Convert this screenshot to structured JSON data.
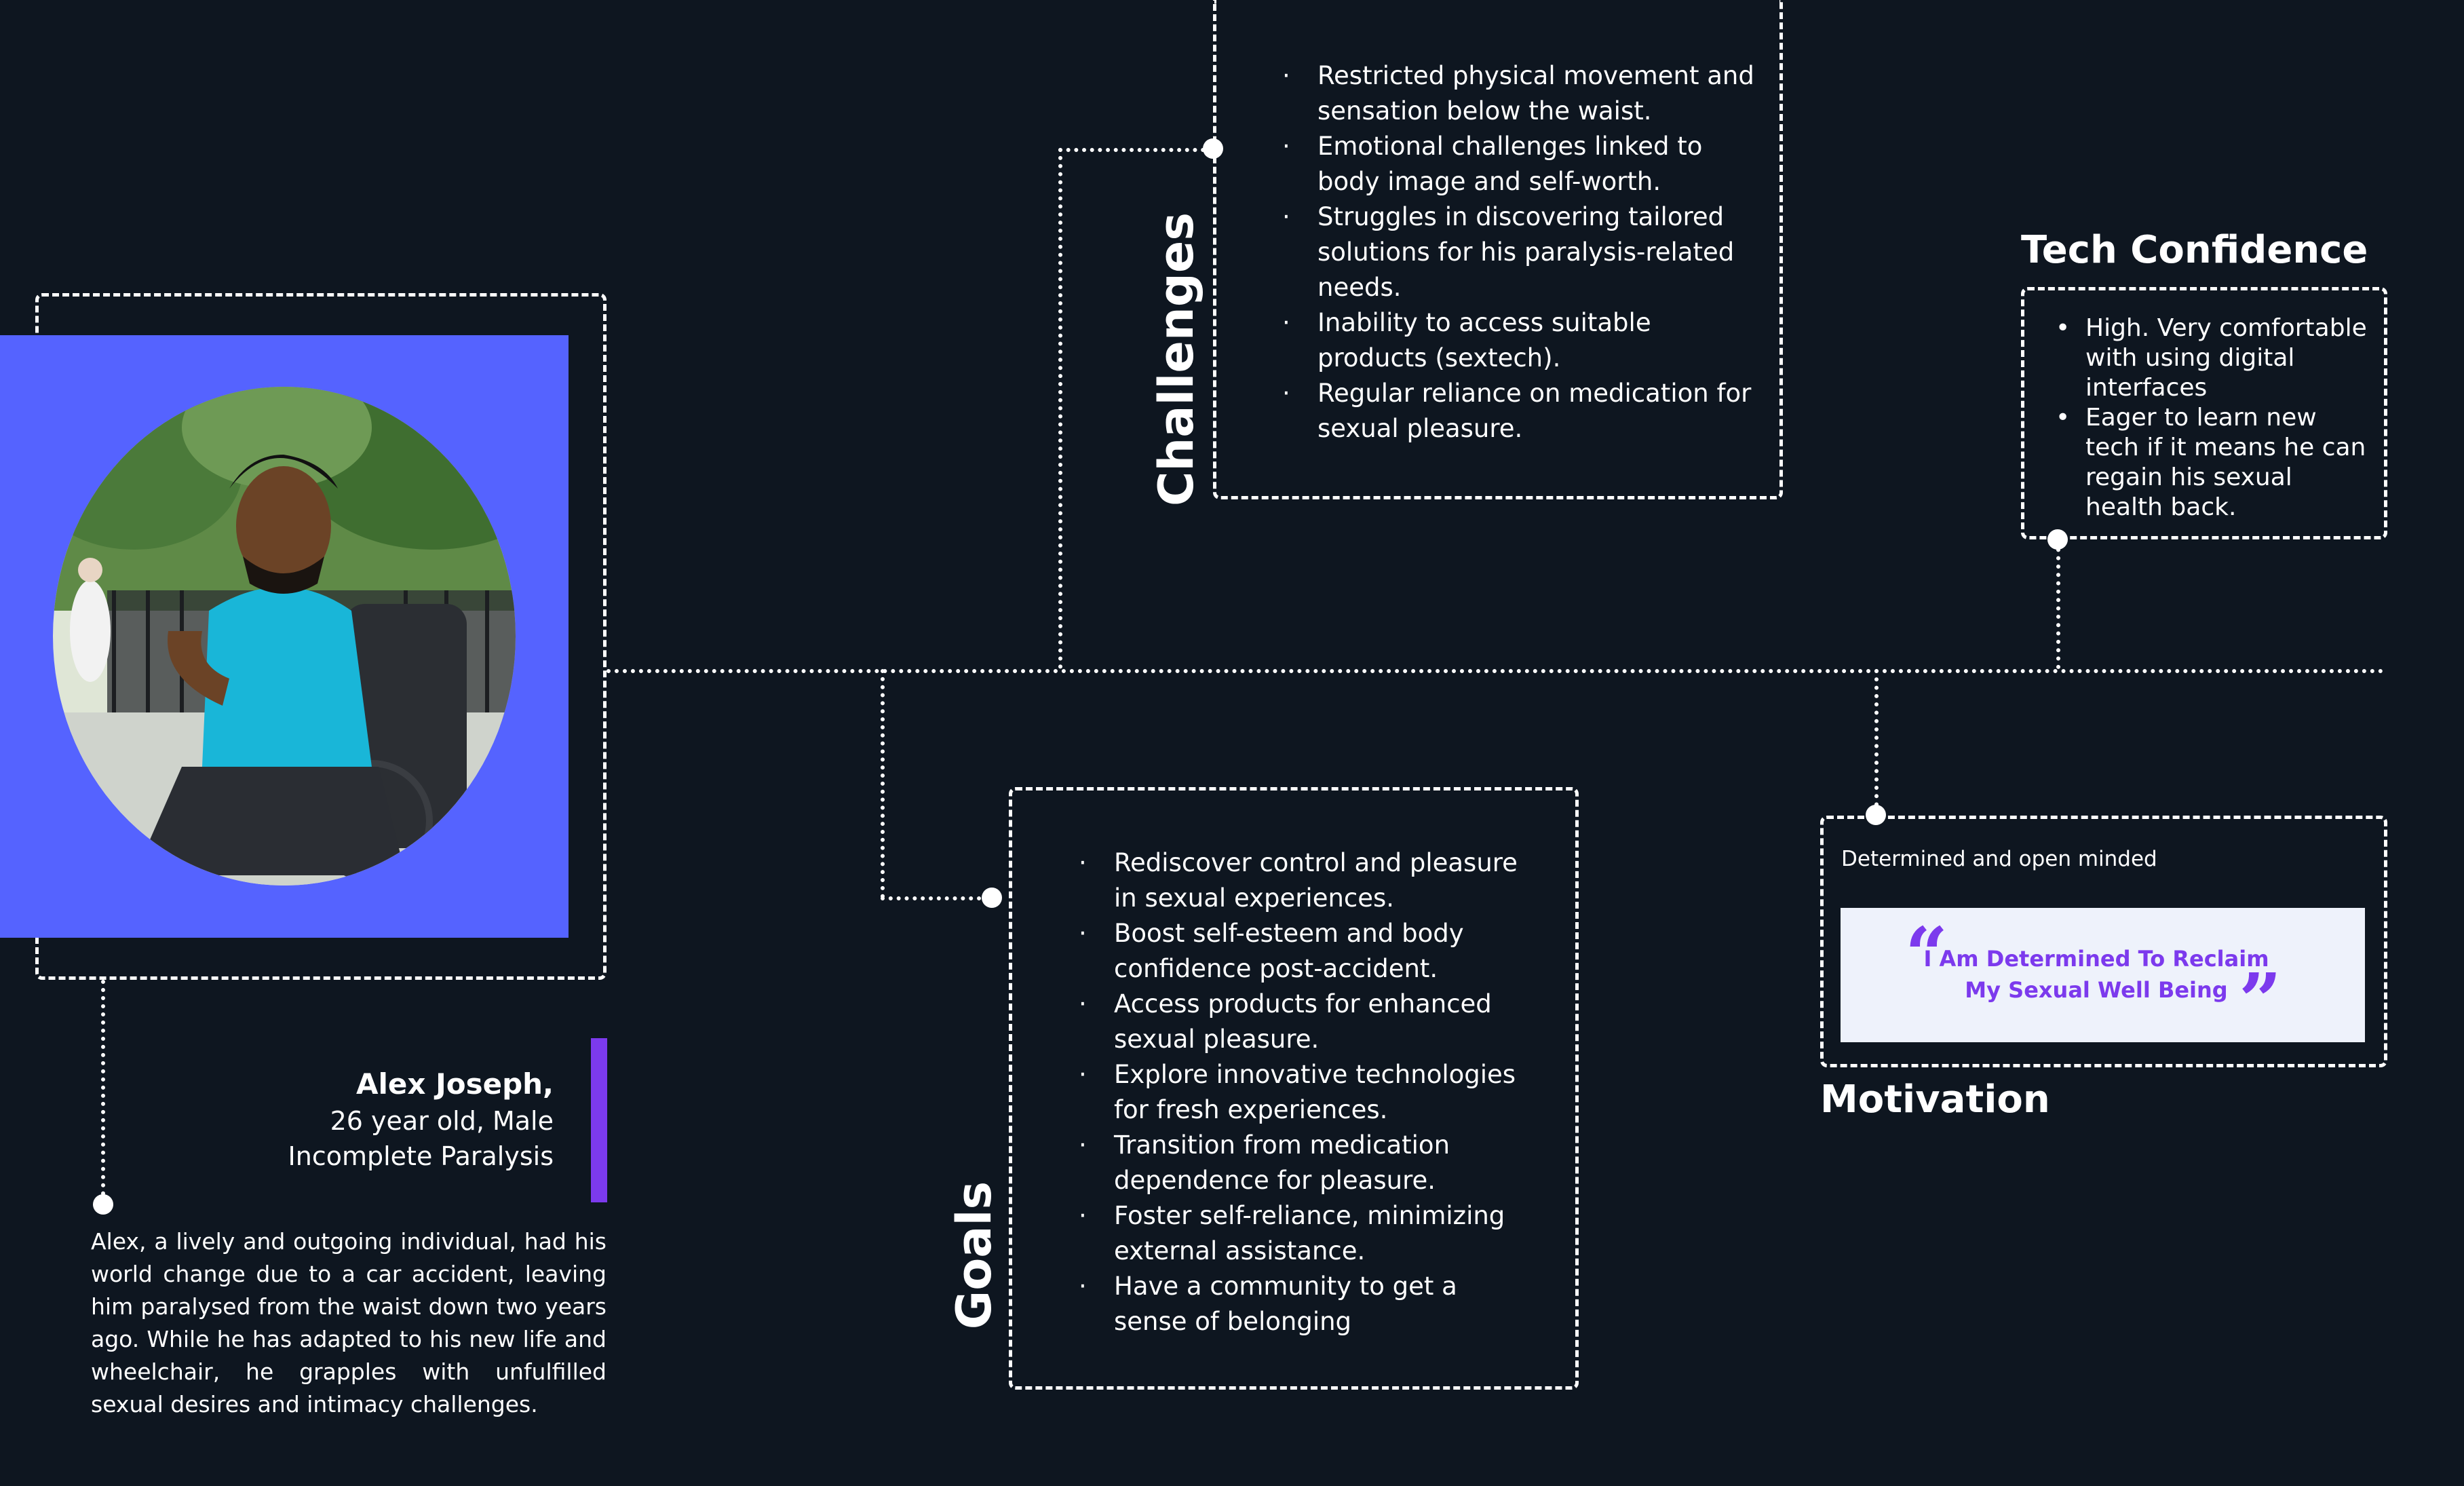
{
  "persona": {
    "name": "Alex Joseph,",
    "age_gender": "26 year old, Male",
    "condition": "Incomplete Paralysis",
    "bio": "Alex, a lively and outgoing individual, had his world change due to a car accident, leaving him paralysed from the waist down two years ago. While he has adapted to his new life and wheelchair, he grapples with unfulfilled sexual desires and intimacy challenges."
  },
  "challenges": {
    "title": "Challenges",
    "items": [
      "Restricted physical movement and sensation below the waist.",
      "Emotional challenges linked to body image and self-worth.",
      "Struggles in discovering tailored solutions for his paralysis-related needs.",
      "Inability to access suitable products (sextech).",
      "Regular reliance on medication for sexual pleasure."
    ]
  },
  "goals": {
    "title": "Goals",
    "items": [
      "Rediscover control and pleasure in sexual experiences.",
      "Boost self-esteem and body confidence post-accident.",
      "Access products for enhanced sexual pleasure.",
      "Explore innovative technologies for fresh experiences.",
      "Transition from medication dependence for pleasure.",
      "Foster self-reliance, minimizing external assistance.",
      "Have a community to get a sense of belonging"
    ]
  },
  "tech_confidence": {
    "title": "Tech Confidence",
    "items": [
      "High. Very comfortable with using digital interfaces",
      "Eager to learn new tech if it means he can regain his sexual health back."
    ]
  },
  "motivation": {
    "title": "Motivation",
    "subtitle": "Determined and open minded",
    "quote": "I Am Determined To Reclaim My Sexual Well Being"
  },
  "colors": {
    "background": "#0e1620",
    "photo_panel": "#5563ff",
    "accent": "#7c3aed",
    "quote_card": "#eef2fb"
  }
}
